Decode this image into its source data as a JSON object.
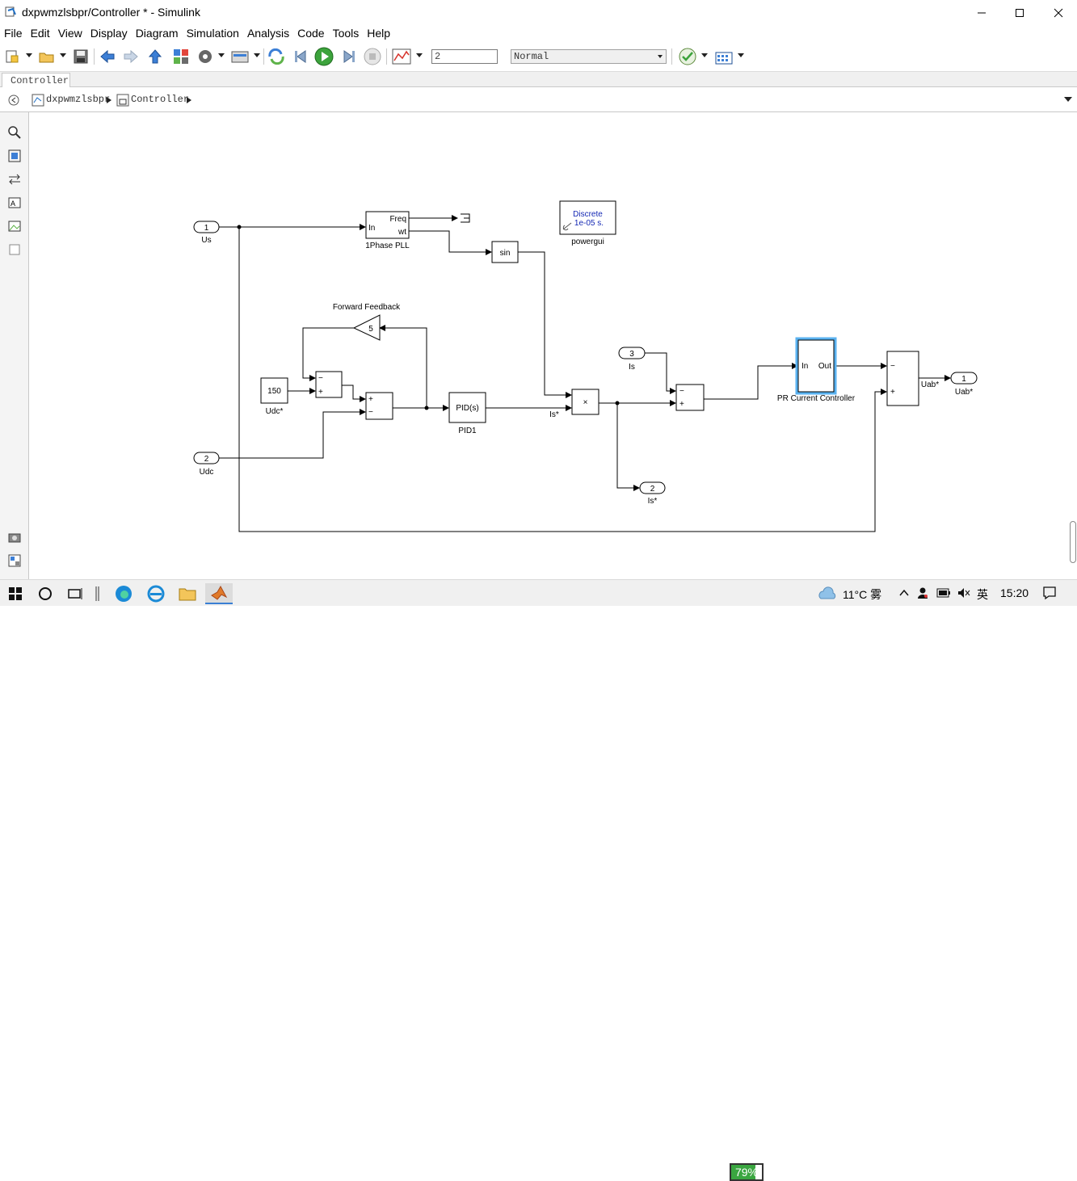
{
  "window": {
    "title": "dxpwmzlsbpr/Controller * - Simulink"
  },
  "menu": [
    "File",
    "Edit",
    "View",
    "Display",
    "Diagram",
    "Simulation",
    "Analysis",
    "Code",
    "Tools",
    "Help"
  ],
  "toolbar": {
    "stop_time": "2",
    "sim_mode": "Normal"
  },
  "tab": {
    "label": "Controller"
  },
  "breadcrumb": [
    "dxpwmzlsbpr",
    "Controller"
  ],
  "diagram": {
    "inport_us": {
      "num": "1",
      "label": "Us"
    },
    "inport_udc": {
      "num": "2",
      "label": "Udc"
    },
    "inport_is": {
      "num": "3",
      "label": "Is"
    },
    "outport_uab": {
      "num": "1",
      "label": "Uab*"
    },
    "outport_is": {
      "num": "2",
      "label": "Is*"
    },
    "pll": {
      "label": "1Phase PLL",
      "in": "In",
      "freq": "Freq",
      "wt": "wt"
    },
    "sin": {
      "text": "sin"
    },
    "powergui": {
      "line1": "Discrete",
      "line2": "1e-05 s.",
      "label": "powergui"
    },
    "gain": {
      "value": "5",
      "label": "Forward Feedback"
    },
    "constant": {
      "value": "150",
      "label": "Udc*"
    },
    "pid": {
      "text": "PID(s)",
      "label": "PID1"
    },
    "product": {
      "text": "×"
    },
    "pr": {
      "in": "In",
      "out": "Out",
      "label": "PR Current Controller"
    },
    "signals": {
      "is_star": "Is*",
      "uab_star": "Uab*"
    },
    "signs": {
      "minus": "−",
      "plus": "+"
    }
  },
  "taskbar": {
    "battery": "79%",
    "battery_level": 0.79,
    "temp": "11°C",
    "weather": "雾",
    "ime": "英",
    "clock": "15:20"
  }
}
